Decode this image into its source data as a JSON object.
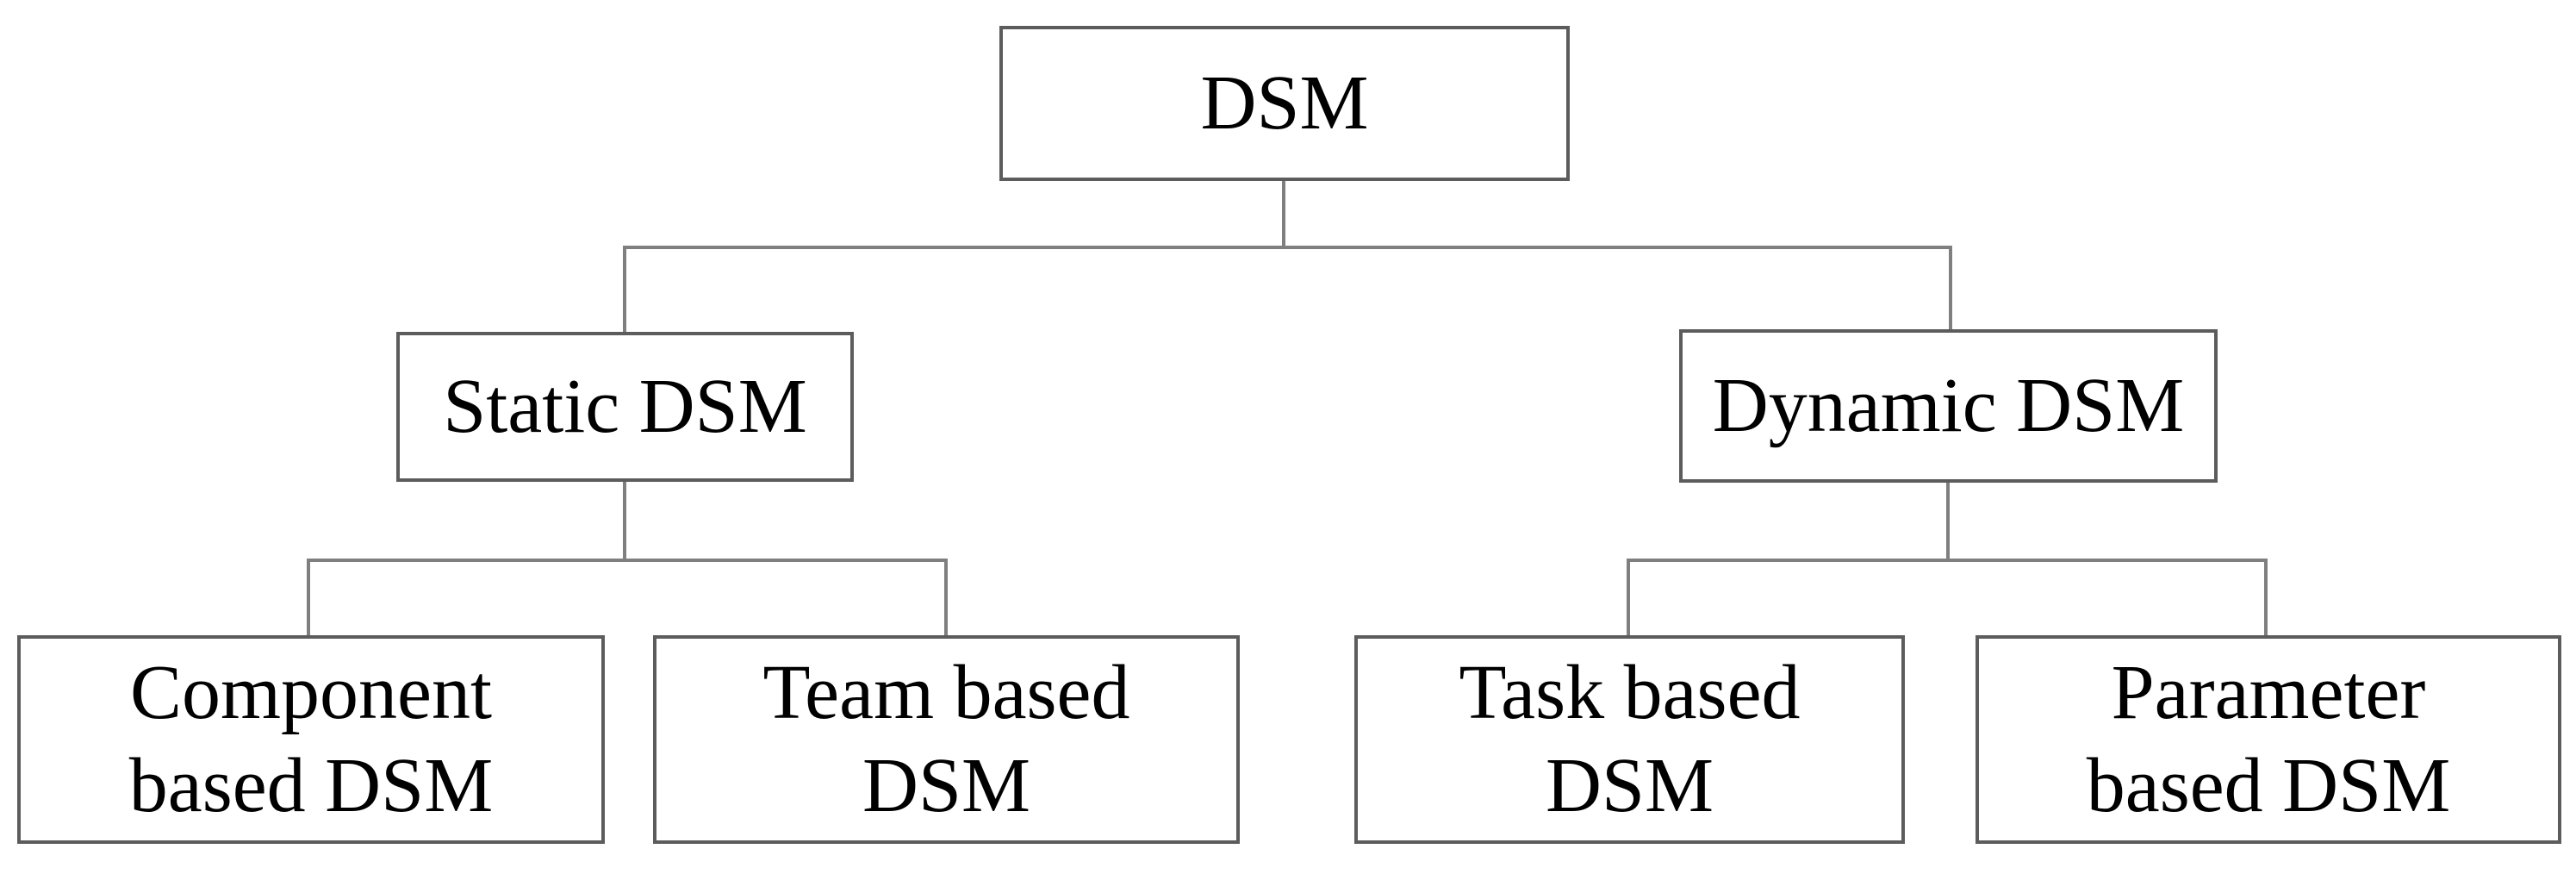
{
  "figure": {
    "description": "DSM taxonomy tree diagram",
    "colors": {
      "background": "#ffffff",
      "box_border": "#5c5c5c",
      "connector": "#7f7f7f",
      "text": "#000000"
    }
  },
  "tree": {
    "label": "DSM",
    "children": [
      {
        "label": "Static DSM",
        "children": [
          {
            "label": "Component based DSM",
            "lines": [
              "Component",
              "based DSM"
            ]
          },
          {
            "label": "Team based DSM",
            "lines": [
              "Team based",
              "DSM"
            ]
          }
        ]
      },
      {
        "label": "Dynamic DSM",
        "children": [
          {
            "label": "Task based DSM",
            "lines": [
              "Task based",
              "DSM"
            ]
          },
          {
            "label": "Parameter based DSM",
            "lines": [
              "Parameter",
              "based DSM"
            ]
          }
        ]
      }
    ]
  }
}
